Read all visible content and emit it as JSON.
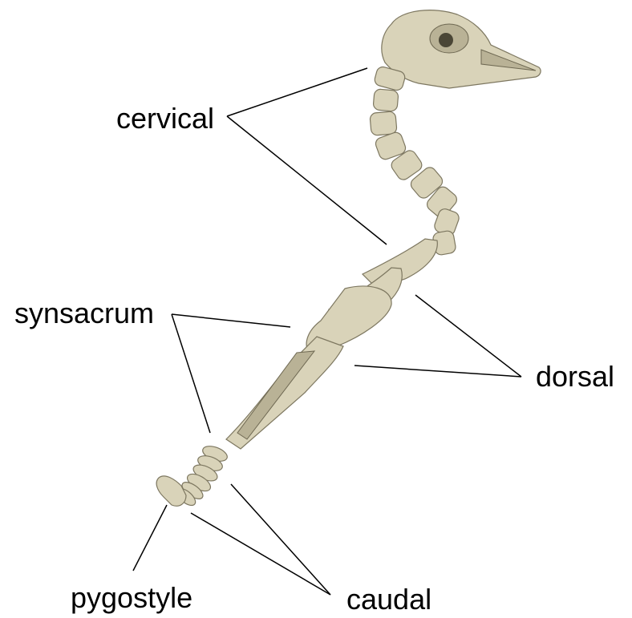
{
  "labels": {
    "cervical": "cervical",
    "synsacrum": "synsacrum",
    "dorsal": "dorsal",
    "pygostyle": "pygostyle",
    "caudal": "caudal"
  },
  "colors": {
    "bone": "#d9d3b9",
    "bone_outline": "#7d7760",
    "leader_line": "#000000",
    "background": "#ffffff"
  }
}
